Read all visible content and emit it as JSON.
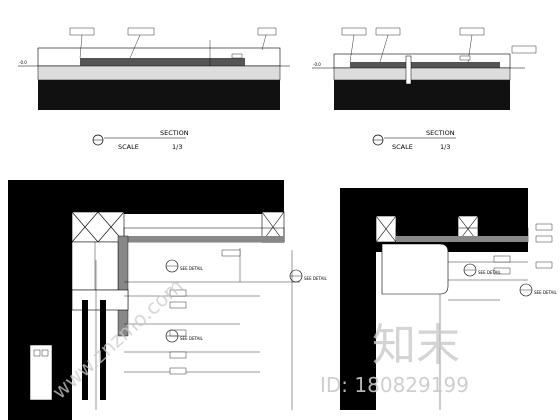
{
  "section_left": {
    "title": "SECTION",
    "scale_label": "SCALE",
    "scale_value": "1/3"
  },
  "section_right": {
    "title": "SECTION",
    "scale_label": "SCALE",
    "scale_value": "1/3"
  },
  "plan_left": {
    "detail_label": "SEE DETAIL"
  },
  "plan_right": {
    "detail_label": "SEE DETAIL"
  },
  "watermark": {
    "text": "www.znzmo.com",
    "brand": "知末",
    "id": "ID: 180829199"
  }
}
